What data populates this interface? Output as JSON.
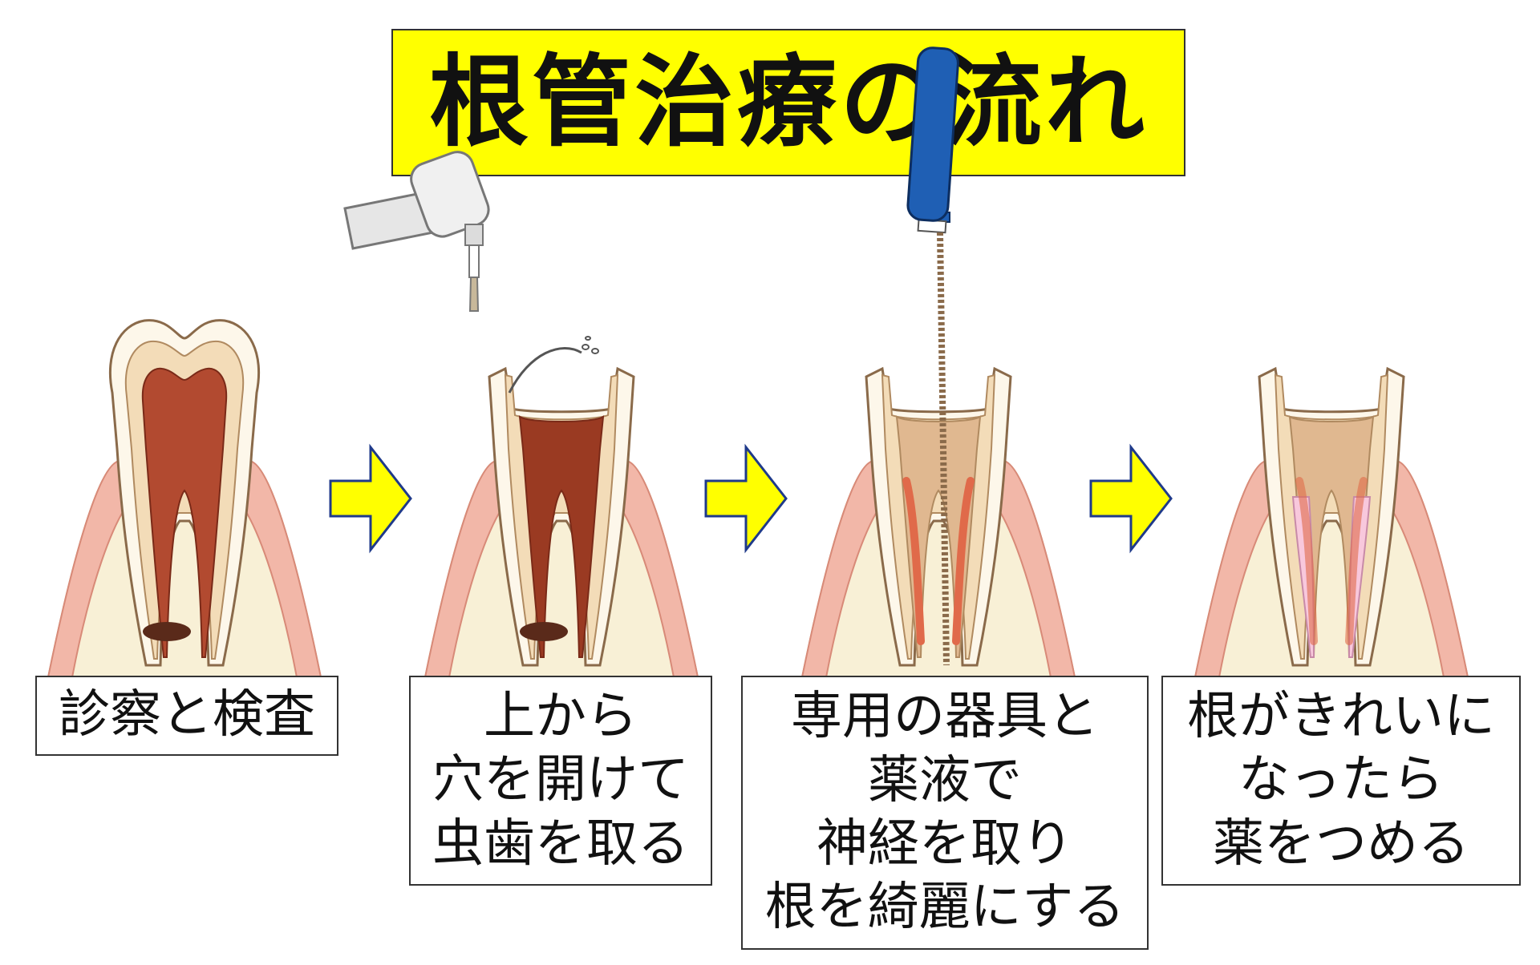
{
  "title": "根管治療の流れ",
  "steps": [
    {
      "lines": [
        "診察と検査"
      ],
      "illustration": "tooth-with-infection-icon"
    },
    {
      "lines": [
        "上から",
        "穴を開けて",
        "虫歯を取る"
      ],
      "illustration": "dental-drill-icon"
    },
    {
      "lines": [
        "専用の器具と",
        "薬液で",
        "神経を取り",
        "根を綺麗にする"
      ],
      "illustration": "endodontic-file-icon"
    },
    {
      "lines": [
        "根がきれいに",
        "なったら",
        "薬をつめる"
      ],
      "illustration": "filled-root-canal-icon"
    }
  ],
  "colors": {
    "title_bg": "#ffff00",
    "arrow_fill": "#ffff00",
    "gum": "#f2b7a8",
    "bone": "#f8f0d6",
    "enamel": "#fdf7ea",
    "dentin": "#f3dcb8",
    "pulp": "#b24a30",
    "root_filling": "#f8c8dc",
    "file_handle": "#1f5fb4"
  }
}
